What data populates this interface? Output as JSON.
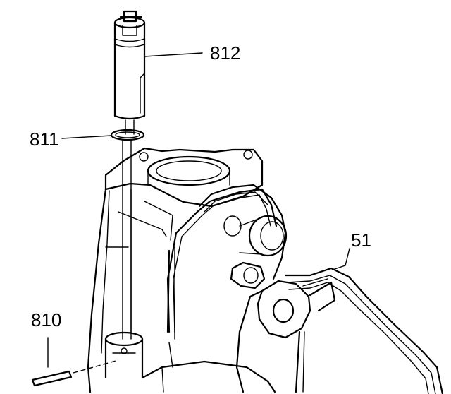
{
  "callouts": {
    "sensor": "812",
    "seal": "811",
    "pin": "810",
    "housing": "51"
  },
  "colors": {
    "ink": "#000000",
    "paper": "#ffffff"
  }
}
